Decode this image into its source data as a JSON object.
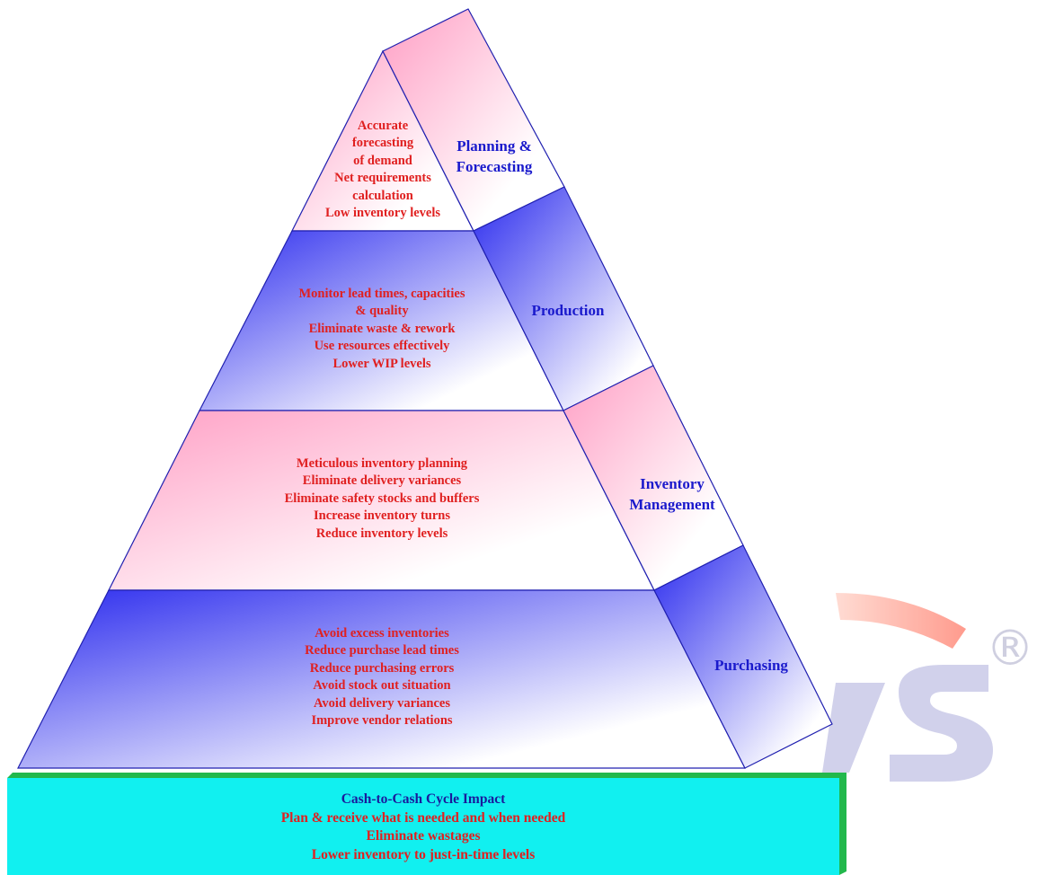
{
  "diagram": {
    "tiers": [
      {
        "name": "Planning & Forecasting",
        "name_lines": [
          "Planning &",
          "Forecasting"
        ],
        "bullets": [
          "Accurate",
          "forecasting",
          "of demand",
          "Net requirements",
          "calculation",
          "Low inventory levels"
        ]
      },
      {
        "name": "Production",
        "name_lines": [
          "Production"
        ],
        "bullets": [
          "Monitor lead times, capacities",
          "& quality",
          "Eliminate waste & rework",
          "Use resources effectively",
          "Lower WIP levels"
        ]
      },
      {
        "name": "Inventory Management",
        "name_lines": [
          "Inventory",
          "Management"
        ],
        "bullets": [
          "Meticulous inventory planning",
          "Eliminate delivery variances",
          "Eliminate safety stocks and buffers",
          "Increase inventory turns",
          "Reduce inventory levels"
        ]
      },
      {
        "name": "Purchasing",
        "name_lines": [
          "Purchasing"
        ],
        "bullets": [
          "Avoid excess inventories",
          "Reduce purchase lead times",
          "Reduce purchasing errors",
          "Avoid stock out situation",
          "Avoid delivery variances",
          "Improve vendor relations"
        ]
      }
    ],
    "base": {
      "title": "Cash-to-Cash Cycle Impact",
      "lines": [
        "Plan & receive what is needed and when needed",
        "Eliminate wastages",
        "Lower inventory to just-in-time levels"
      ]
    }
  },
  "colors": {
    "pink": "#ff9ec4",
    "blue": "#2a2aee",
    "outline": "#2020b0",
    "base_fill": "#11f0f0",
    "base_edge": "#22b84c",
    "bullet_text": "#e02020",
    "tier_name_text": "#1a1acc"
  }
}
